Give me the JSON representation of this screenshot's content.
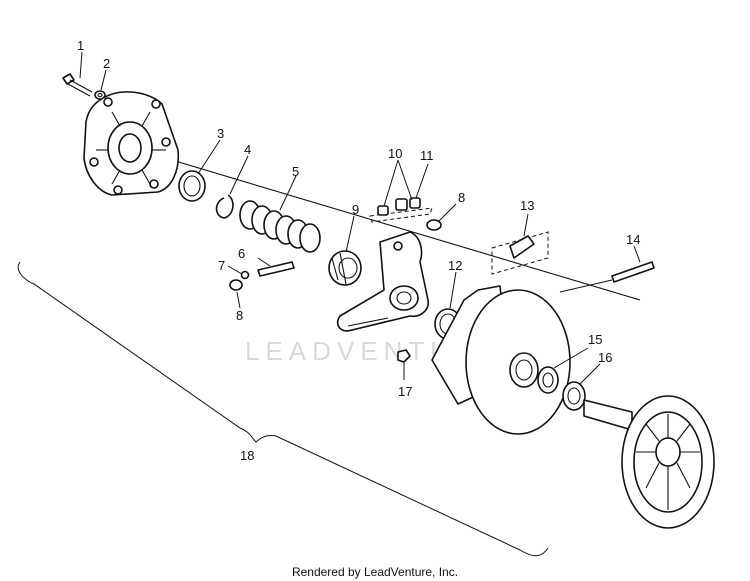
{
  "callouts": [
    "1",
    "2",
    "3",
    "4",
    "5",
    "6",
    "7",
    "8",
    "9",
    "10",
    "11",
    "8",
    "12",
    "13",
    "14",
    "15",
    "16",
    "17",
    "18"
  ],
  "watermark": "LEADVENTURE",
  "credit": "Rendered by LeadVenture, Inc."
}
